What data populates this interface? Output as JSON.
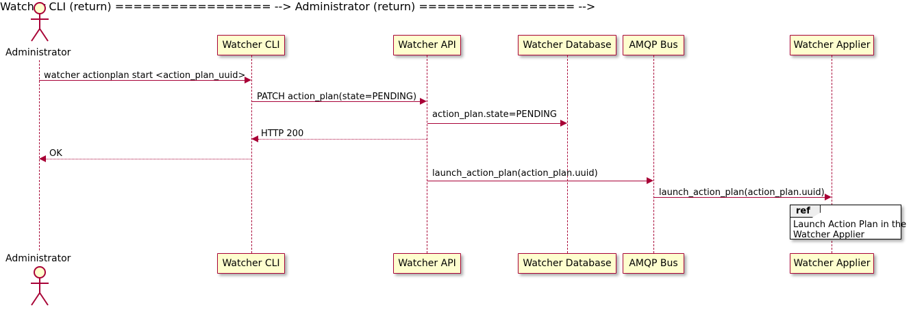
{
  "diagram": {
    "type": "uml-sequence-diagram",
    "colors": {
      "participant_border": "#A80036",
      "participant_fill": "#FEFECE",
      "arrow": "#A80036",
      "text": "#000000",
      "background": "#FFFFFF",
      "ref_border": "#000000",
      "ref_tab_fill": "#EEEEEE"
    }
  },
  "participants": [
    {
      "id": "administrator",
      "label": "Administrator",
      "kind": "actor"
    },
    {
      "id": "watcher-cli",
      "label": "Watcher CLI",
      "kind": "participant"
    },
    {
      "id": "watcher-api",
      "label": "Watcher API",
      "kind": "participant"
    },
    {
      "id": "watcher-database",
      "label": "Watcher Database",
      "kind": "participant"
    },
    {
      "id": "amqp-bus",
      "label": "AMQP Bus",
      "kind": "participant"
    },
    {
      "id": "watcher-applier",
      "label": "Watcher Applier",
      "kind": "participant"
    }
  ],
  "messages": [
    {
      "index": 1,
      "label": "watcher actionplan start <action_plan_uuid>",
      "from": "administrator",
      "to": "watcher-cli",
      "style": "solid",
      "direction": "right"
    },
    {
      "index": 2,
      "label": "PATCH action_plan(state=PENDING)",
      "from": "watcher-cli",
      "to": "watcher-api",
      "style": "solid",
      "direction": "right"
    },
    {
      "index": 3,
      "label": "action_plan.state=PENDING",
      "from": "watcher-api",
      "to": "watcher-database",
      "style": "solid",
      "direction": "right"
    },
    {
      "index": 4,
      "label": "HTTP 200",
      "from": "watcher-api",
      "to": "watcher-cli",
      "style": "dotted",
      "direction": "left"
    },
    {
      "index": 5,
      "label": "OK",
      "from": "watcher-cli",
      "to": "administrator",
      "style": "dotted",
      "direction": "left"
    },
    {
      "index": 6,
      "label": "launch_action_plan(action_plan.uuid)",
      "from": "watcher-api",
      "to": "amqp-bus",
      "style": "solid",
      "direction": "right"
    },
    {
      "index": 7,
      "label": "launch_action_plan(action_plan.uuid)",
      "from": "amqp-bus",
      "to": "watcher-applier",
      "style": "solid",
      "direction": "right"
    }
  ],
  "ref_fragment": {
    "tab_label": "ref",
    "body_line1": "Launch Action Plan in the",
    "body_line2": "Watcher Applier"
  }
}
